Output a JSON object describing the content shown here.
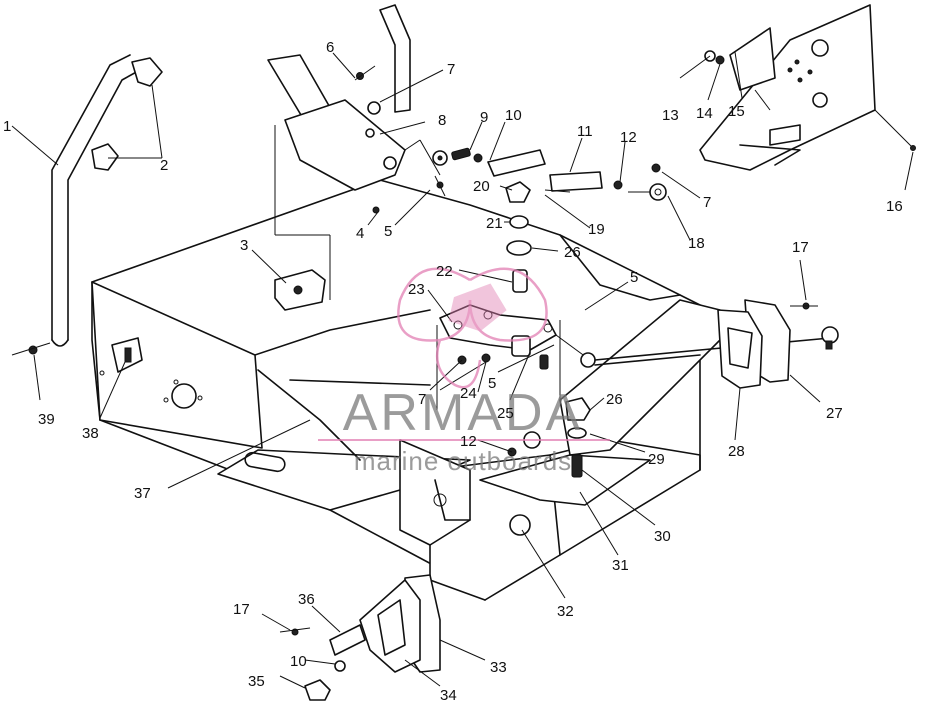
{
  "callouts": [
    {
      "id": "c1",
      "text": "1"
    },
    {
      "id": "c2",
      "text": "2"
    },
    {
      "id": "c3",
      "text": "3"
    },
    {
      "id": "c4",
      "text": "4"
    },
    {
      "id": "c5a",
      "text": "5"
    },
    {
      "id": "c5b",
      "text": "5"
    },
    {
      "id": "c5c",
      "text": "5"
    },
    {
      "id": "c6",
      "text": "6"
    },
    {
      "id": "c7a",
      "text": "7"
    },
    {
      "id": "c7b",
      "text": "7"
    },
    {
      "id": "c7c",
      "text": "7"
    },
    {
      "id": "c8",
      "text": "8"
    },
    {
      "id": "c9",
      "text": "9"
    },
    {
      "id": "c10a",
      "text": "10"
    },
    {
      "id": "c10b",
      "text": "10"
    },
    {
      "id": "c11",
      "text": "11"
    },
    {
      "id": "c12a",
      "text": "12"
    },
    {
      "id": "c12b",
      "text": "12"
    },
    {
      "id": "c13",
      "text": "13"
    },
    {
      "id": "c14",
      "text": "14"
    },
    {
      "id": "c15",
      "text": "15"
    },
    {
      "id": "c16",
      "text": "16"
    },
    {
      "id": "c17a",
      "text": "17"
    },
    {
      "id": "c17b",
      "text": "17"
    },
    {
      "id": "c18",
      "text": "18"
    },
    {
      "id": "c19",
      "text": "19"
    },
    {
      "id": "c20",
      "text": "20"
    },
    {
      "id": "c21",
      "text": "21"
    },
    {
      "id": "c22",
      "text": "22"
    },
    {
      "id": "c23",
      "text": "23"
    },
    {
      "id": "c24",
      "text": "24"
    },
    {
      "id": "c25",
      "text": "25"
    },
    {
      "id": "c26a",
      "text": "26"
    },
    {
      "id": "c26b",
      "text": "26"
    },
    {
      "id": "c27",
      "text": "27"
    },
    {
      "id": "c28",
      "text": "28"
    },
    {
      "id": "c29",
      "text": "29"
    },
    {
      "id": "c30",
      "text": "30"
    },
    {
      "id": "c31",
      "text": "31"
    },
    {
      "id": "c32",
      "text": "32"
    },
    {
      "id": "c33",
      "text": "33"
    },
    {
      "id": "c34",
      "text": "34"
    },
    {
      "id": "c35",
      "text": "35"
    },
    {
      "id": "c36",
      "text": "36"
    },
    {
      "id": "c37",
      "text": "37"
    },
    {
      "id": "c38",
      "text": "38"
    },
    {
      "id": "c39",
      "text": "39"
    }
  ],
  "watermark": {
    "brand": "ARMADA",
    "tagline": "marine outboards",
    "color": "#e27fb3"
  }
}
